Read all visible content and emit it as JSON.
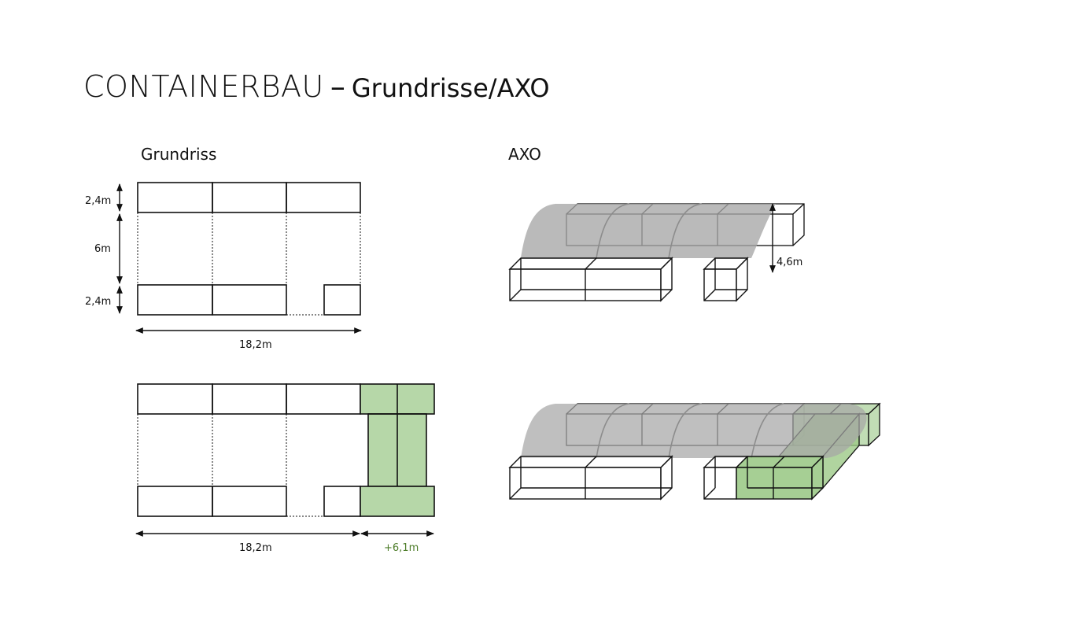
{
  "title": {
    "main": "CONTAINERBAU",
    "dash": "–",
    "sub": "Grundrisse/AXO"
  },
  "sections": {
    "grundriss": "Grundriss",
    "axo": "AXO"
  },
  "dimensions": {
    "container_width": "2,4m",
    "courtyard_width": "6m",
    "length_original": "18,2m",
    "length_extension": "+6,1m",
    "height": "4,6m"
  },
  "colors": {
    "outline": "#111111",
    "extension_fill": "#b6d7a8",
    "extension_label": "#4e7d2a",
    "roof_fill": "#a6a6a6"
  }
}
